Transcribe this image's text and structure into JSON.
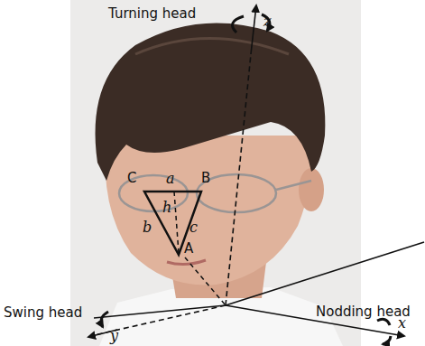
{
  "diagram": {
    "labels": [
      "Turning head",
      "z",
      "C",
      "a",
      "B",
      "h",
      "b",
      "c",
      "A",
      "Nodding head",
      "x",
      "Swing head",
      "y"
    ]
  }
}
